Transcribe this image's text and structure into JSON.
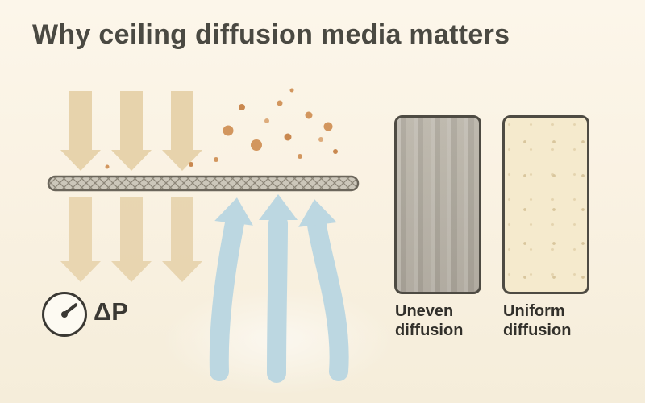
{
  "header": {
    "title": "Why ceiling diffusion media matters"
  },
  "diagram": {
    "gauge_label": "ΔP",
    "gauge_icon": "pressure-gauge",
    "media_bar": "diffusion-media-mesh"
  },
  "comparison": {
    "cards": [
      {
        "id": "uneven",
        "line1": "Uneven",
        "line2": "diffusion"
      },
      {
        "id": "uniform",
        "line1": "Uniform",
        "line2": "diffusion"
      }
    ]
  },
  "colors": {
    "background_top": "#FCF6EA",
    "background_bottom": "#F5EDDA",
    "title_text": "#4A4942",
    "down_arrow": "#E7D3AC",
    "up_arrow": "#BCD7E1",
    "mesh_fill": "#CCC7BA",
    "mesh_line": "#8D8779",
    "mesh_border": "#6B665B",
    "particle": "#D2965E",
    "gauge_stroke": "#3A3833",
    "card_border": "#4E4B43",
    "uneven_fill": "#B7B1A5",
    "uniform_fill": "#F5EACD",
    "label_text": "#32302B"
  }
}
